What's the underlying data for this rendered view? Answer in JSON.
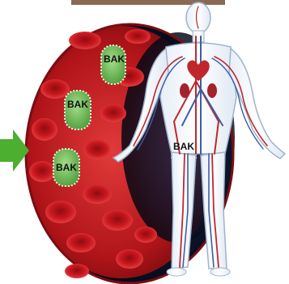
{
  "bacteria": [
    {
      "label": "BAK"
    },
    {
      "label": "BAK"
    },
    {
      "label": "BAK"
    },
    {
      "label": "BAK"
    }
  ],
  "colors": {
    "vessel_red": "#c8141b",
    "cell_red": "#d9262b",
    "bacteria_green": "#6fbf5a",
    "arrow_green": "#4caf2f",
    "artery_red": "#c0272d",
    "vein_blue": "#3a5ea8",
    "body_outline": "#9fb3c9"
  },
  "icons": {
    "arrow": "right-arrow-icon"
  }
}
